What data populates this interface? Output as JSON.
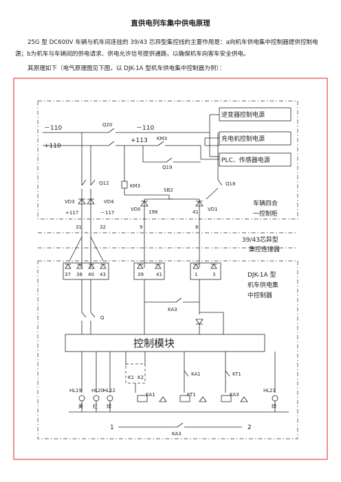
{
  "title": "直供电列车集中供电原理",
  "para1": "25G 型 DC600V 车辆与机车间连挂的 39/43 芯异型集控线的主要作用是：a向机车供电集中控制器提供控制电源；b为机车与车辆间的供电请求、供电允许信号提供通路，以确保机车向客车安全供电。",
  "para2": "其原理如下（电气原理图见下图，以 DJK-1A 型机车供电集中控制器为例）：",
  "diagram": {
    "box_inverter": "逆变器控制电源",
    "box_charger": "充电机控制电源",
    "box_plc": "PLC、传感器电源",
    "minus110": "－110",
    "plus110": "+110",
    "minus110b": "－110",
    "plus113": "+113",
    "Q20": "Q20",
    "KM3": "KM3",
    "Q19": "Q19",
    "Q12": "Q12",
    "Q18": "Q18",
    "KM3b": "KM3",
    "SB2": "SB2",
    "VD3": "VD3",
    "VD4": "VD4",
    "VD0": "VD0",
    "VD1": "VD1",
    "n117a": "+117",
    "n117b": "－117",
    "n198": "198",
    "n41": "41",
    "cab_label1": "车辆四合",
    "cab_label2": "一控制柜",
    "t31": "31",
    "t32": "32",
    "t9": "9",
    "t8": "8",
    "conn_label1": "39/43芯异型",
    "conn_label2": "集控连接器",
    "pins": [
      "37",
      "38",
      "40",
      "43",
      "39",
      "41",
      "1",
      "3"
    ],
    "djk1": "DJK-1A 型",
    "djk2": "机车供电集",
    "djk3": "中控制器",
    "KA3a": "KA3",
    "Q": "Q",
    "control_module": "控制模块",
    "K1": "K1",
    "K2": "K2",
    "KA1": "KA1",
    "KT1": "KT1",
    "KA1b": "KA1",
    "KT1b": "KT1",
    "KA3b": "KA3",
    "HL19": "HL19",
    "HL20": "HL20",
    "HL22": "HL22",
    "HL21": "HL21",
    "yellow": "黄",
    "red": "红",
    "green": "绿",
    "green2": "绿",
    "node1": "1",
    "node2": "2",
    "KA3c": "KA3"
  }
}
